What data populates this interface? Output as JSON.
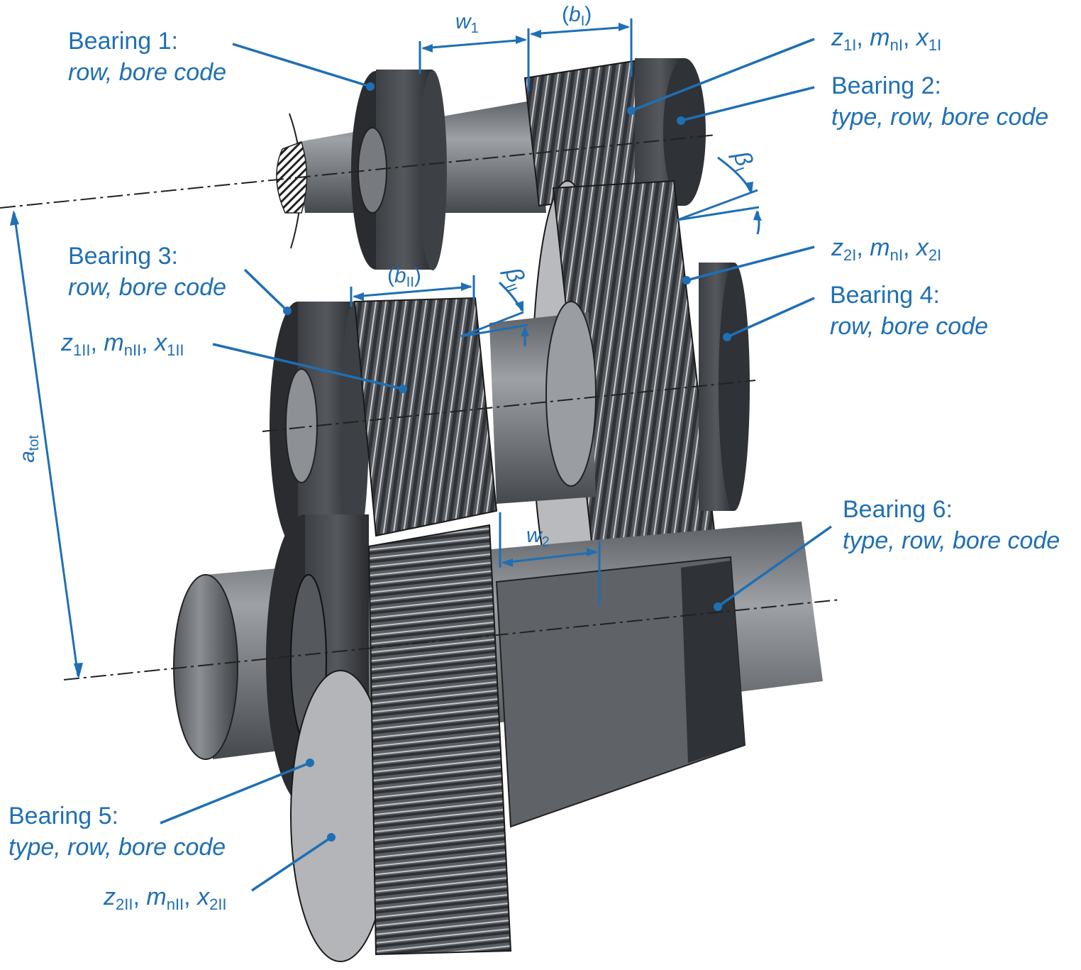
{
  "labels": {
    "bearing1": {
      "title": "Bearing 1:",
      "params": "row, bore code"
    },
    "bearing2": {
      "title": "Bearing 2:",
      "params": "type, row, bore code"
    },
    "bearing3": {
      "title": "Bearing 3:",
      "params": "row, bore code"
    },
    "bearing4": {
      "title": "Bearing 4:",
      "params": "row, bore code"
    },
    "bearing5": {
      "title": "Bearing 5:",
      "params": "type, row, bore code"
    },
    "bearing6": {
      "title": "Bearing 6:",
      "params": "type, row, bore code"
    }
  },
  "gear_params": {
    "g1I": {
      "z": "z",
      "z_sub": "1I",
      "m": "m",
      "m_sub": "nI",
      "x": "x",
      "x_sub": "1I",
      "sep": ","
    },
    "g2I": {
      "z": "z",
      "z_sub": "2I",
      "m": "m",
      "m_sub": "nI",
      "x": "x",
      "x_sub": "2I",
      "sep": ","
    },
    "g1II": {
      "z": "z",
      "z_sub": "1II",
      "m": "m",
      "m_sub": "nII",
      "x": "x",
      "x_sub": "1II",
      "sep": ","
    },
    "g2II": {
      "z": "z",
      "z_sub": "2II",
      "m": "m",
      "m_sub": "nII",
      "x": "x",
      "x_sub": "2II",
      "sep": ","
    }
  },
  "dimensions": {
    "w1": {
      "sym": "w",
      "sub": "1"
    },
    "w2": {
      "sym": "w",
      "sub": "2"
    },
    "bI": {
      "open": "(",
      "sym": "b",
      "sub": "I",
      "close": ")"
    },
    "bII": {
      "open": "(",
      "sym": "b",
      "sub": "II",
      "close": ")"
    },
    "betaI": {
      "sym": "β",
      "sub": "I"
    },
    "betaII": {
      "sym": "β",
      "sub": "II"
    },
    "atot": {
      "sym": "a",
      "sub": "tot"
    }
  },
  "colors": {
    "annotation": "#1f6fb4",
    "gear_dark": "#3a3d41",
    "gear_mid": "#6e7176",
    "gear_light": "#a7aaae",
    "shaft": "#7d8084",
    "bearing": "#2e3034"
  }
}
